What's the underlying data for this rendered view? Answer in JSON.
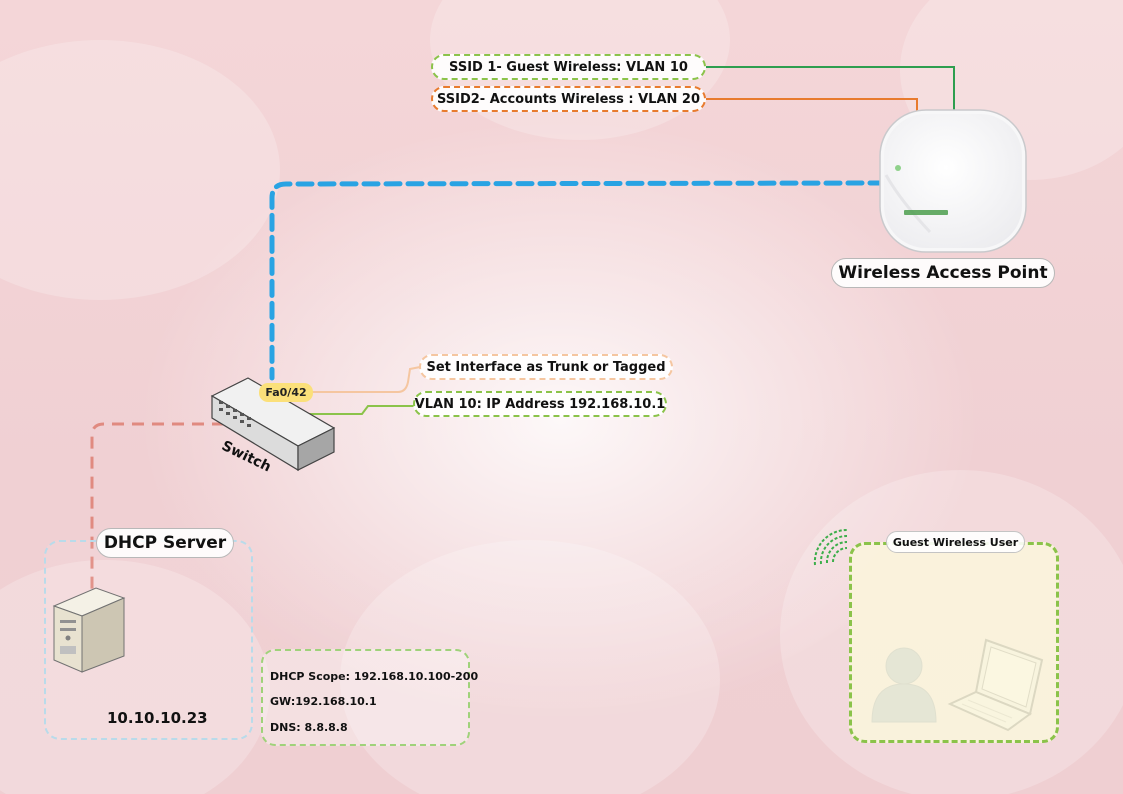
{
  "wireless_access_point": {
    "label": "Wireless Access Point",
    "ssids": [
      "SSID 1- Guest Wireless: VLAN 10",
      "SSID2- Accounts Wireless : VLAN 20"
    ]
  },
  "switch": {
    "label": "Switch",
    "port": "Fa0/42",
    "notes": [
      "Set Interface as Trunk or Tagged",
      "VLAN 10: IP Address 192.168.10.1"
    ]
  },
  "dhcp_server": {
    "label": "DHCP Server",
    "ip": "10.10.10.23",
    "scope_lines": [
      "DHCP Scope: 192.168.10.100-200",
      "GW:192.168.10.1",
      "DNS: 8.8.8.8"
    ]
  },
  "guest_user": {
    "label": "Guest Wireless User"
  },
  "colors": {
    "trunk_link": "#29a3e3",
    "vlan10_link": "#2e9e4f",
    "vlan20_link": "#e87b2e",
    "server_link": "#e08a80",
    "guest_accent": "#8bc34a"
  }
}
